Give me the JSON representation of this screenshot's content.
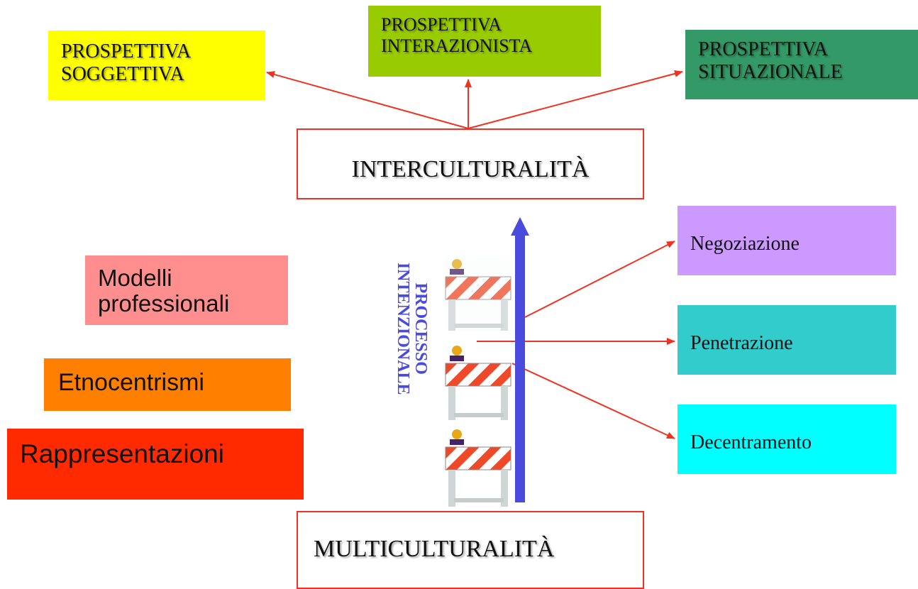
{
  "perspectives": {
    "soggettiva": [
      "PROSPETTIVA",
      "SOGGETTIVA"
    ],
    "interazionista": [
      "PROSPETTIVA",
      "INTERAZIONISTA"
    ],
    "situazionale": [
      "PROSPETTIVA",
      "SITUAZIONALE"
    ]
  },
  "center": {
    "intercultural": "INTERCULTURALITÀ",
    "multicultural": "MULTICULTURALITÀ",
    "process": [
      "PROCESSO",
      "INTENZIONALE"
    ]
  },
  "obstacles": {
    "modelli": [
      "Modelli",
      "professionali"
    ],
    "etnocentrismi": "Etnocentrismi",
    "rappresentazioni": "Rappresentazioni"
  },
  "strategies": {
    "negoziazione": "Negoziazione",
    "penetrazione": "Penetrazione",
    "decentramento": "Decentramento"
  },
  "colors": {
    "soggettiva": "#ffff00",
    "interazionista": "#99cc00",
    "situazionale": "#339966",
    "modelli": "#ff8f8f",
    "etnocentrismi": "#ff8000",
    "rappresentazioni": "#ff2a00",
    "negoziazione": "#cc99ff",
    "penetrazione": "#33cccc",
    "decentramento": "#00ffff",
    "arrow_red": "#ee3322",
    "arrow_blue": "#4a4adc"
  },
  "icons": {
    "barriers": [
      "road-barrier-icon",
      "road-barrier-icon",
      "road-barrier-icon"
    ],
    "process_arrow": "up-arrow-icon"
  }
}
